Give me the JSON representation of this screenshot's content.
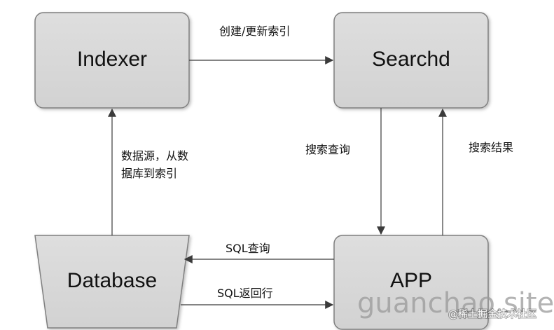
{
  "nodes": {
    "indexer": "Indexer",
    "searchd": "Searchd",
    "database": "Database",
    "app": "APP"
  },
  "edges": {
    "indexer_to_searchd": "创建/更新索引",
    "database_to_indexer_line1": "数据源，从数",
    "database_to_indexer_line2": "据库到索引",
    "searchd_to_app": "搜索查询",
    "app_to_searchd": "搜索结果",
    "app_to_database": "SQL查询",
    "database_to_app": "SQL返回行"
  },
  "watermark": {
    "main": "guanchao.site",
    "sub": "@稀土掘金技术社区"
  },
  "colors": {
    "node_fill": "#d9d9d9",
    "node_stroke": "#7f7f7f",
    "arrow": "#3b3b3b"
  }
}
